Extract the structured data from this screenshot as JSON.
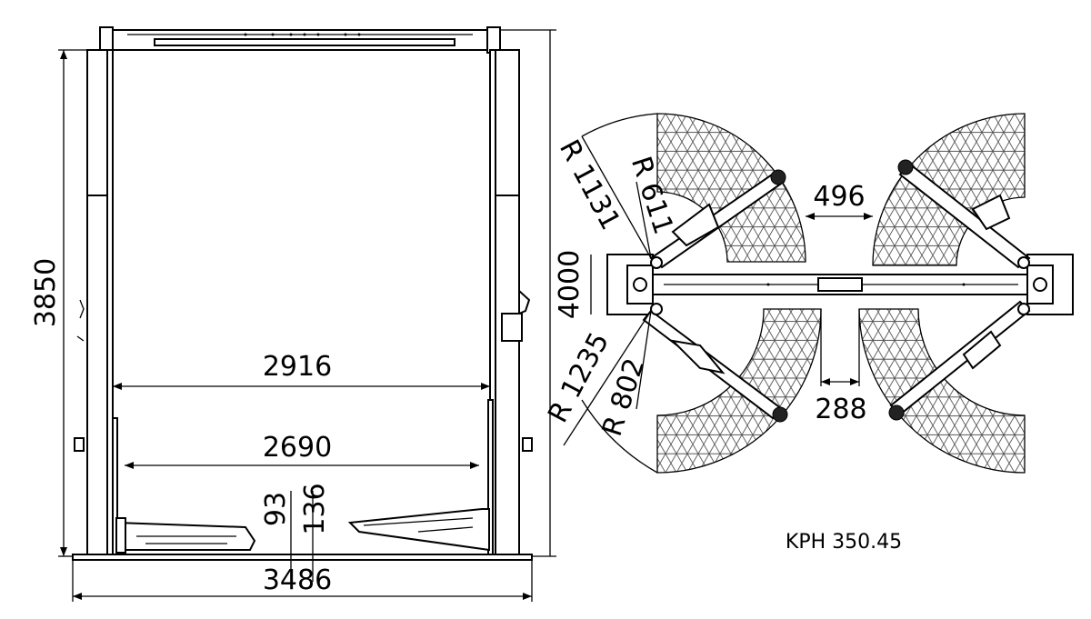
{
  "model": "KPH 350.45",
  "front_view": {
    "overall_height": "3850",
    "overall_width": "3486",
    "width_between_columns": "2916",
    "drive_through_width": "2690",
    "min_pad_height": "93",
    "arm_height": "136"
  },
  "top_view": {
    "overall_length": "4000",
    "gap_front_arms": "496",
    "gap_rear_arms": "288",
    "radius_long_front": "R 1131",
    "radius_short_front": "R 611",
    "radius_long_rear": "R 1235",
    "radius_short_rear": "R 802"
  }
}
